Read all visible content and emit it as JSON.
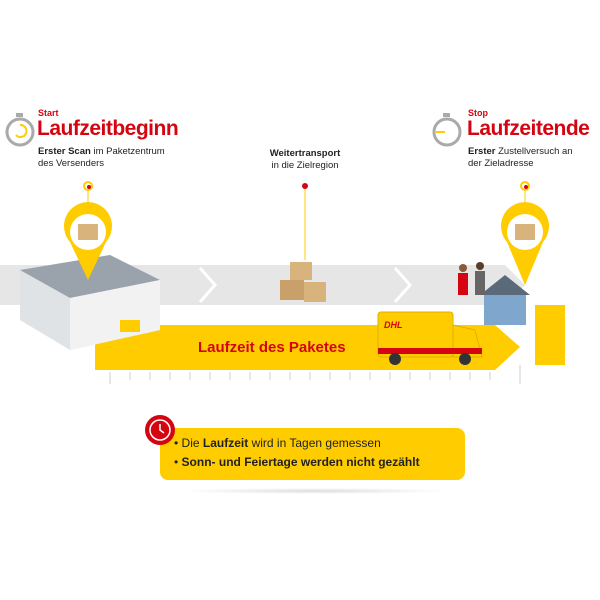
{
  "start": {
    "label": "Start",
    "title": "Laufzeitbeginn",
    "desc_bold": "Erster Scan",
    "desc_rest": " im Paketzentrum",
    "desc_line2": "des Versenders"
  },
  "middle": {
    "title": "Weitertransport",
    "desc": "in die Zielregion"
  },
  "stop": {
    "label": "Stop",
    "title": "Laufzeitende",
    "desc_bold": "Erster",
    "desc_rest": " Zustellversuch an",
    "desc_line2": "der Zieladresse"
  },
  "arrow_label": "Laufzeit des Paketes",
  "van_logo": "DHL",
  "info": {
    "line1_pre": "Die ",
    "line1_bold": "Laufzeit",
    "line1_post": " wird in Tagen gemessen",
    "line2": "Sonn- und Feiertage werden nicht gezählt"
  },
  "colors": {
    "red": "#d40511",
    "yellow": "#ffcc00"
  }
}
